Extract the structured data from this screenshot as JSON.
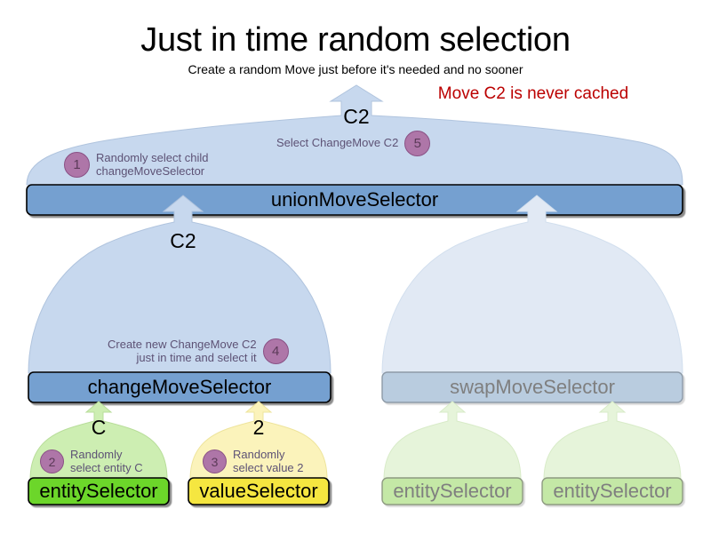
{
  "header": {
    "title": "Just in time random selection",
    "subtitle": "Create a random Move just before it's needed and no sooner",
    "note": "Move C2 is never cached"
  },
  "colors": {
    "box_blue": "#74a0d0",
    "box_blue_faded": "#b9ccdf",
    "arrow_blue": "#c7d8ee",
    "arrow_blue_faded": "#e1e9f4",
    "box_green": "#6cd62a",
    "box_green_faded": "#c4e8a6",
    "arrow_green": "#cdeeb2",
    "arrow_green_faded": "#e6f4da",
    "box_yellow": "#f5e63f",
    "arrow_yellow": "#fbf3bb",
    "badge_fill": "#ae76a8",
    "badge_border": "#8a5185",
    "annotation_text": "#5d5275",
    "note_red": "#bb0000",
    "faded_text": "#7f7f7f",
    "stroke": "#000000",
    "stroke_faded": "#808080"
  },
  "nodes": {
    "union": {
      "label": "unionMoveSelector"
    },
    "change": {
      "label": "changeMoveSelector"
    },
    "swap": {
      "label": "swapMoveSelector"
    },
    "entity_left": {
      "label": "entitySelector"
    },
    "value": {
      "label": "valueSelector"
    },
    "entity_right_1": {
      "label": "entitySelector"
    },
    "entity_right_2": {
      "label": "entitySelector"
    }
  },
  "edge_labels": {
    "union_out": "C2",
    "change_to_union": "C2",
    "entity_out": "C",
    "value_out": "2"
  },
  "annotations": [
    {
      "num": "1",
      "text": "Randomly select child\nchangeMoveSelector",
      "num_side": "left"
    },
    {
      "num": "5",
      "text": "Select ChangeMove C2",
      "num_side": "right"
    },
    {
      "num": "4",
      "text": "Create new ChangeMove C2\njust in time and select it",
      "num_side": "right"
    },
    {
      "num": "2",
      "text": "Randomly\nselect entity C",
      "num_side": "left"
    },
    {
      "num": "3",
      "text": "Randomly\nselect value 2",
      "num_side": "left"
    }
  ]
}
